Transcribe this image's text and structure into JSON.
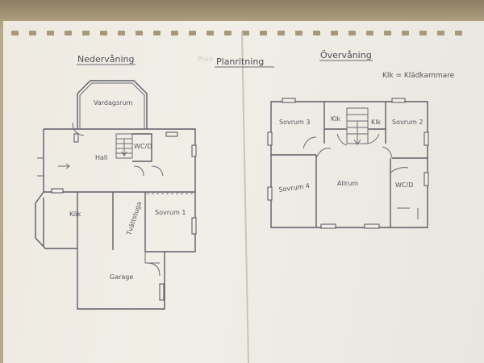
{
  "sheet": {
    "title": "Planritning",
    "faint_text": "Plan"
  },
  "floors": {
    "ground": {
      "heading": "Nedervåning",
      "rooms": {
        "vardagsrum": "Vardagsrum",
        "hall": "Hall",
        "wc": "WC/D",
        "kok": "Kök",
        "tvattstuga": "Tvättstuga",
        "sovrum1": "Sovrum 1",
        "garage": "Garage"
      }
    },
    "upper": {
      "heading": "Övervåning",
      "legend": "Klk = Klädkammare",
      "rooms": {
        "sovrum3": "Sovrum 3",
        "klk_left": "Klk",
        "klk_right": "Klk",
        "sovrum2": "Sovrum 2",
        "sovrum4": "Sovrum 4",
        "allrum": "Allrum",
        "wc": "WC/D"
      }
    }
  },
  "colors": {
    "paper": "#efece5",
    "pencil": "#5d5d66",
    "background": "#b9a98a"
  }
}
